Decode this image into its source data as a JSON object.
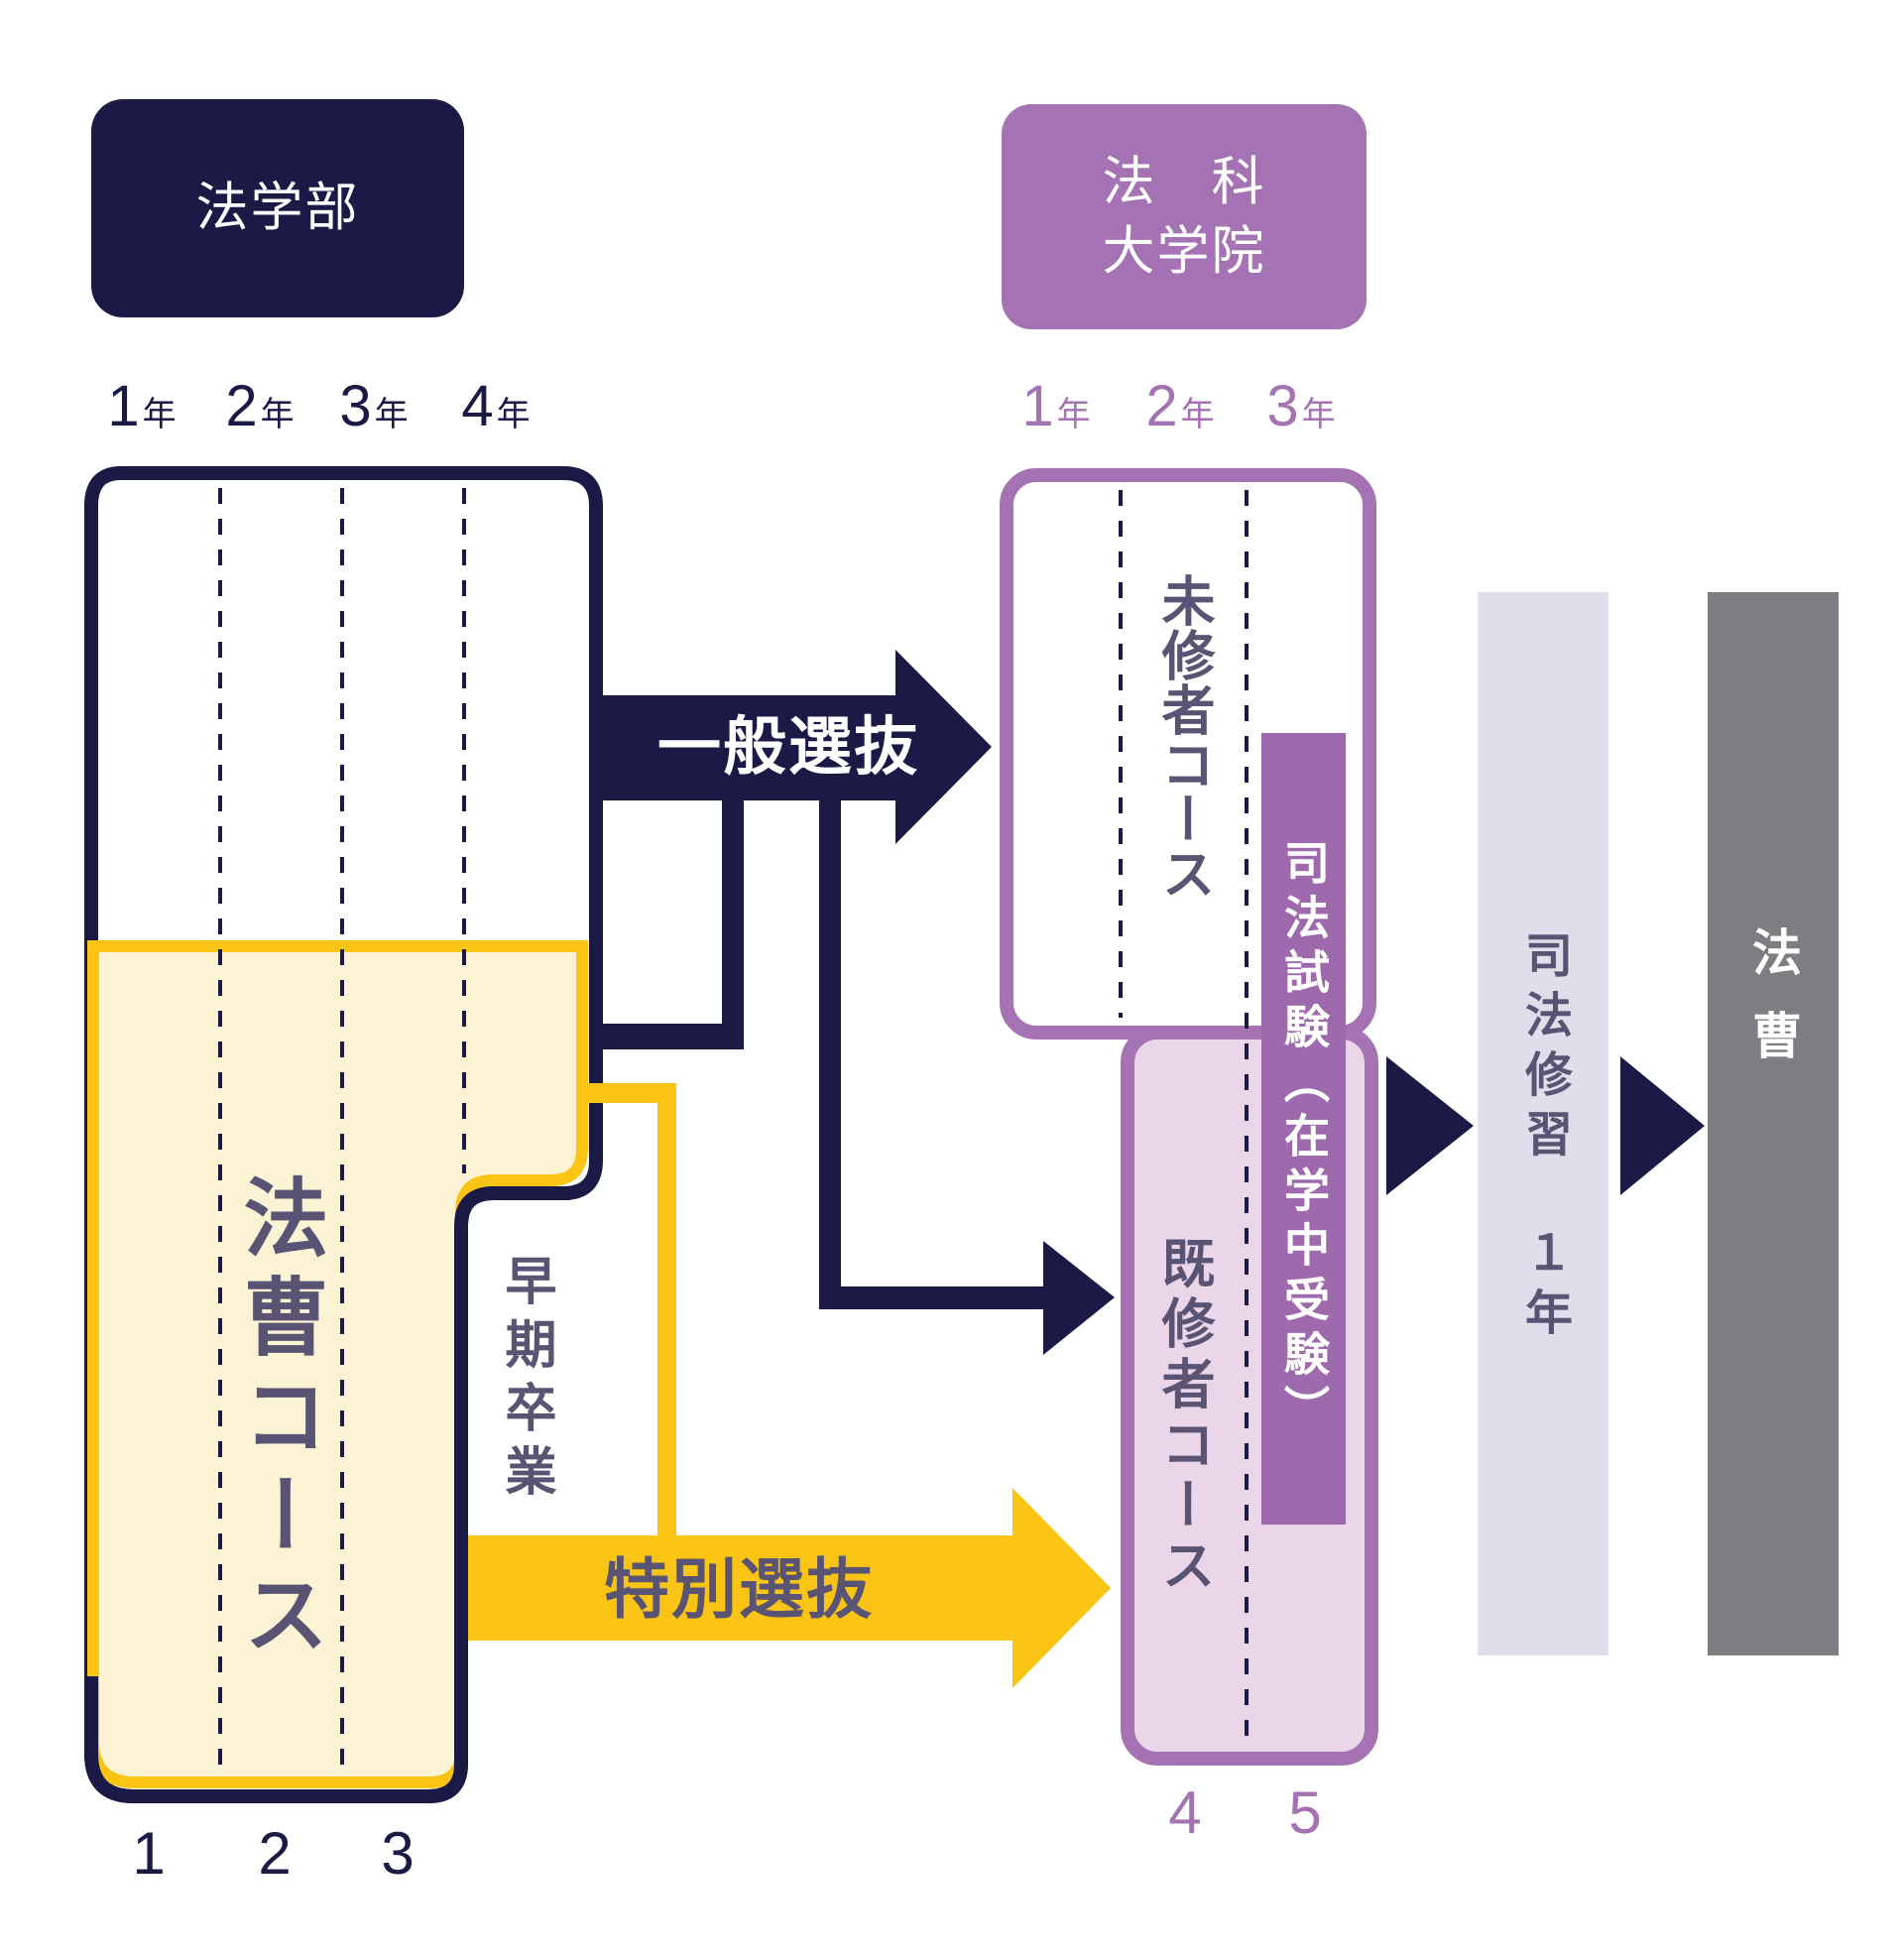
{
  "colors": {
    "navy": "#1b1a46",
    "purple": "#a573b3",
    "purplebar": "#9e69ad",
    "pink": "#ebd5e8",
    "cream": "#fcf3d5",
    "yellow": "#f9c413",
    "slate": "#5a5474",
    "lavender": "#dfdfeb",
    "gray": "#7e7d81",
    "white": "#ffffff"
  },
  "faculty": {
    "header": "法学部",
    "years": [
      {
        "n": "1",
        "u": "年"
      },
      {
        "n": "2",
        "u": "年"
      },
      {
        "n": "3",
        "u": "年"
      },
      {
        "n": "4",
        "u": "年"
      }
    ],
    "course": "法曹コース",
    "early_graduation": "早期卒業",
    "timeline_numbers": [
      "1",
      "2",
      "3"
    ]
  },
  "selection": {
    "general": "一般選抜",
    "special": "特別選抜"
  },
  "law_school": {
    "header_line1": "法　科",
    "header_line2": "大学院",
    "years": [
      {
        "n": "1",
        "u": "年"
      },
      {
        "n": "2",
        "u": "年"
      },
      {
        "n": "3",
        "u": "年"
      }
    ],
    "mishusha_course": "未修者コース",
    "kishusha_course": "既修者コース",
    "bar_exam": "司法試験（在学中受験）",
    "timeline_numbers": [
      "4",
      "5"
    ]
  },
  "training": {
    "label": "司法修習　１年"
  },
  "profession": {
    "label": "法曹"
  }
}
